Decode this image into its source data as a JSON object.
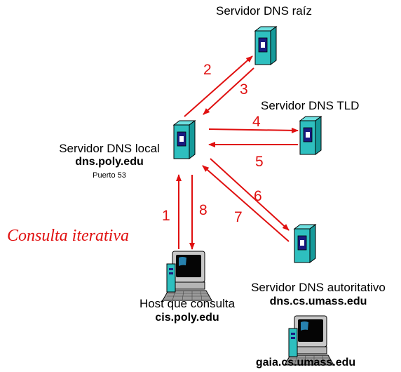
{
  "nodes": {
    "root": {
      "label": "Servidor DNS raíz"
    },
    "tld": {
      "label": "Servidor DNS TLD"
    },
    "local": {
      "label": "Servidor DNS local",
      "host": "dns.poly.edu",
      "port": "Puerto 53"
    },
    "requesting": {
      "label": "Host que consulta",
      "host": "cis.poly.edu"
    },
    "authoritative": {
      "label": "Servidor DNS autoritativo",
      "host": "dns.cs.umass.edu"
    },
    "target": {
      "host": "gaia.cs.umass.edu"
    }
  },
  "steps": [
    "1",
    "2",
    "3",
    "4",
    "5",
    "6",
    "7",
    "8"
  ],
  "caption": "Consulta iterativa",
  "colors": {
    "arrow": "#e01010",
    "server": "#2ebfbf",
    "caption": "#e01010"
  },
  "icons": [
    "server-icon",
    "computer-icon"
  ]
}
